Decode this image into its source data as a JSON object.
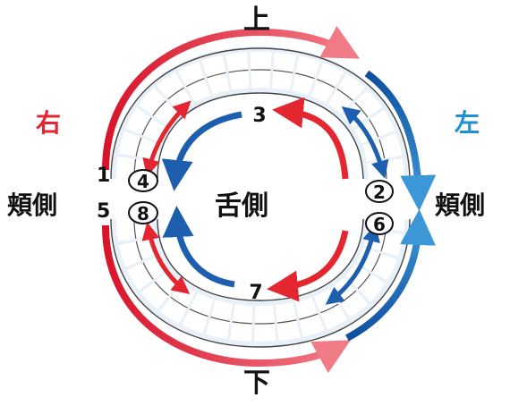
{
  "labels": {
    "top": "上",
    "bottom": "下",
    "right_side": "右",
    "left_side": "左",
    "buccal_right": "頬側",
    "buccal_left": "頬側",
    "lingual": "舌側"
  },
  "numbers": {
    "n1": "1",
    "n2": "2",
    "n3": "3",
    "n4": "4",
    "n5": "5",
    "n6": "6",
    "n7": "7",
    "n8": "8"
  },
  "colors": {
    "red": "#e3262f",
    "blue": "#1d5fae",
    "light_blue": "#1d8fd3"
  }
}
